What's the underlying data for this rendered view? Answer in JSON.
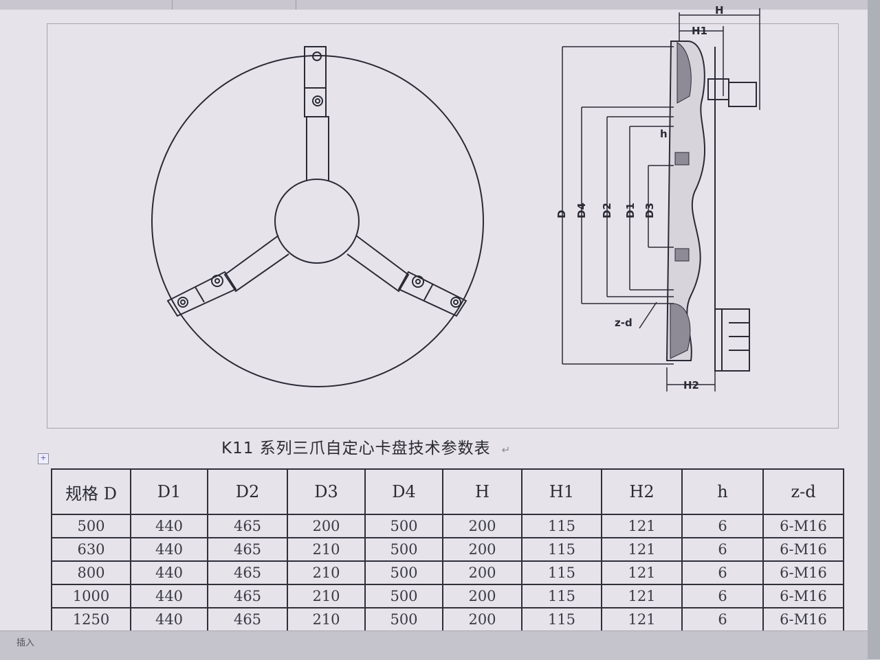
{
  "caption": "K11 系列三爪自定心卡盘技术参数表",
  "drawing": {
    "labels": {
      "H": "H",
      "H1": "H1",
      "H2": "H2",
      "D": "D",
      "D1": "D1",
      "D2": "D2",
      "D3": "D3",
      "D4": "D4",
      "h": "h",
      "zd": "z-d"
    }
  },
  "table": {
    "headers": [
      "规格 D",
      "D1",
      "D2",
      "D3",
      "D4",
      "H",
      "H1",
      "H2",
      "h",
      "z-d"
    ],
    "rows": [
      [
        "500",
        "440",
        "465",
        "200",
        "500",
        "200",
        "115",
        "121",
        "6",
        "6-M16"
      ],
      [
        "630",
        "440",
        "465",
        "210",
        "500",
        "200",
        "115",
        "121",
        "6",
        "6-M16"
      ],
      [
        "800",
        "440",
        "465",
        "210",
        "500",
        "200",
        "115",
        "121",
        "6",
        "6-M16"
      ],
      [
        "1000",
        "440",
        "465",
        "210",
        "500",
        "200",
        "115",
        "121",
        "6",
        "6-M16"
      ],
      [
        "1250",
        "440",
        "465",
        "210",
        "500",
        "200",
        "115",
        "121",
        "6",
        "6-M16"
      ]
    ]
  },
  "status_bar": {
    "mode_text": "插入"
  },
  "colors": {
    "ink": "#2a2a35",
    "page": "#e6e3ea"
  }
}
